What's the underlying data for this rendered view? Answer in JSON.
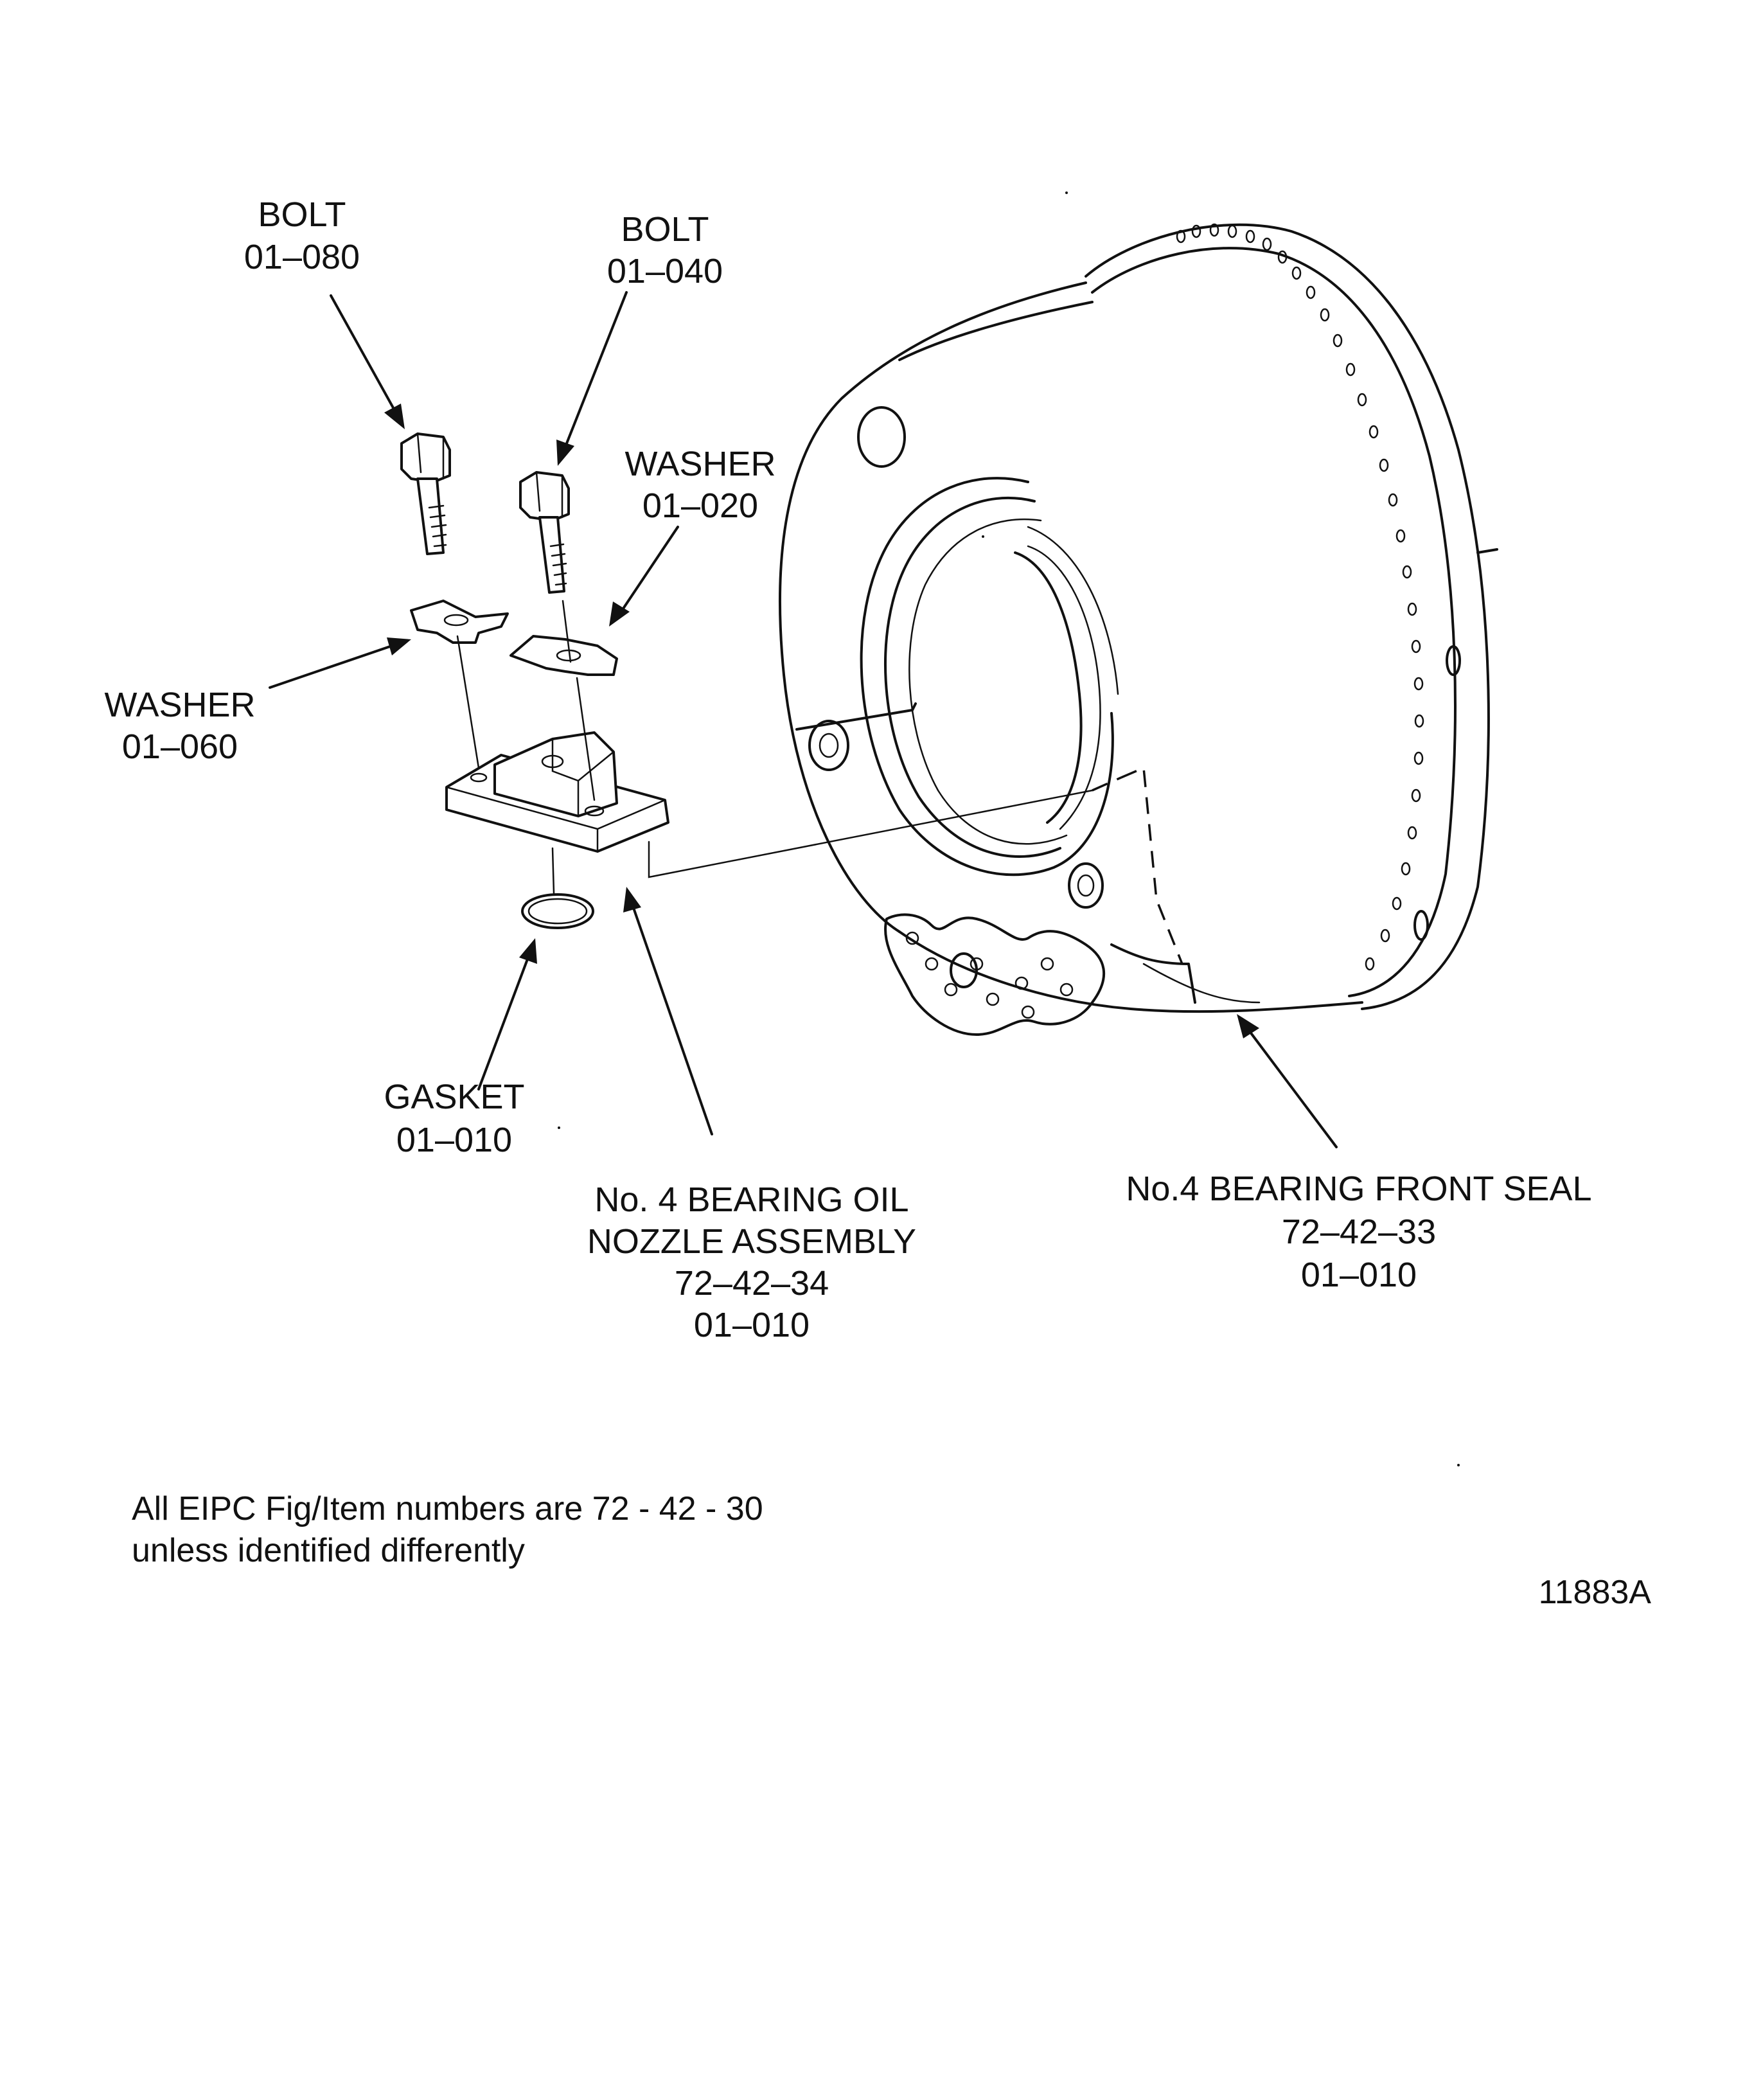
{
  "labels": {
    "bolt_080": {
      "name": "BOLT",
      "code": "01–080"
    },
    "bolt_040": {
      "name": "BOLT",
      "code": "01–040"
    },
    "washer_020": {
      "name": "WASHER",
      "code": "01–020"
    },
    "washer_060": {
      "name": "WASHER",
      "code": "01–060"
    },
    "gasket": {
      "name": "GASKET",
      "code": "01–010"
    },
    "nozzle": {
      "line1": "No. 4 BEARING OIL",
      "line2": "NOZZLE ASSEMBLY",
      "fig": "72–42–34",
      "code": "01–010"
    },
    "seal": {
      "line1": "No.4 BEARING FRONT SEAL",
      "fig": "72–42–33",
      "code": "01–010"
    }
  },
  "note": {
    "line1": "All EIPC Fig/Item numbers are 72 - 42 - 30",
    "line2": "unless identified differently"
  },
  "figure_id": "11883A"
}
